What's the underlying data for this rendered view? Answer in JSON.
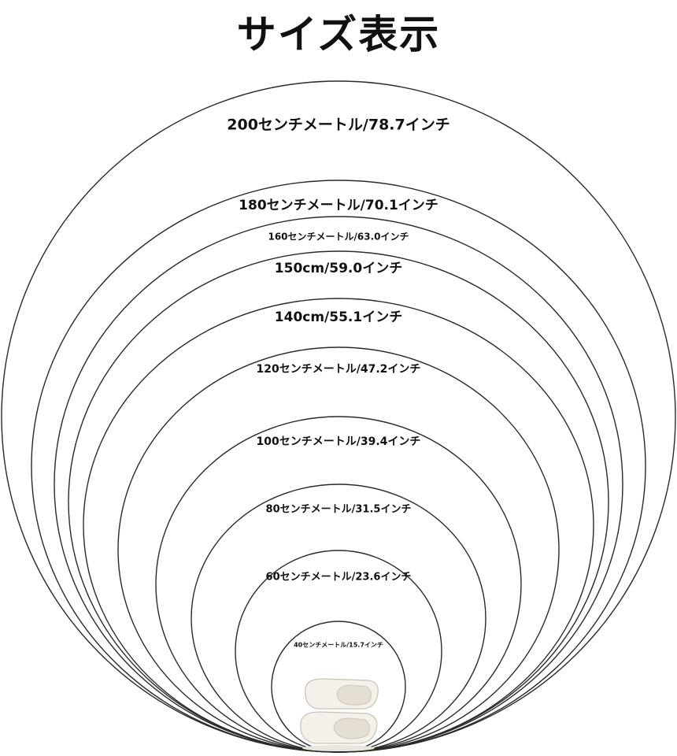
{
  "title": "サイズ表示",
  "rings": [
    {
      "label": "200センチメートル/78.7インチ",
      "cm": 200
    },
    {
      "label": "180センチメートル/70.1インチ",
      "cm": 180
    },
    {
      "label": "160センチメートル/63.0インチ",
      "cm": 160
    },
    {
      "label": "150cm/59.0インチ",
      "cm": 150
    },
    {
      "label": "140cm/55.1インチ",
      "cm": 140
    },
    {
      "label": "120センチメートル/47.2インチ",
      "cm": 120
    },
    {
      "label": "100センチメートル/39.4インチ",
      "cm": 100
    },
    {
      "label": "80センチメートル/31.5インチ",
      "cm": 80
    },
    {
      "label": "60センチメートル/23.6インチ",
      "cm": 60
    },
    {
      "label": "40センチメートル/15.7インチ",
      "cm": 40
    }
  ],
  "reference_object": {
    "icon": "slippers-icon"
  },
  "colors": {
    "stroke": "#2a2a2a",
    "text": "#111111",
    "background": "#ffffff"
  }
}
